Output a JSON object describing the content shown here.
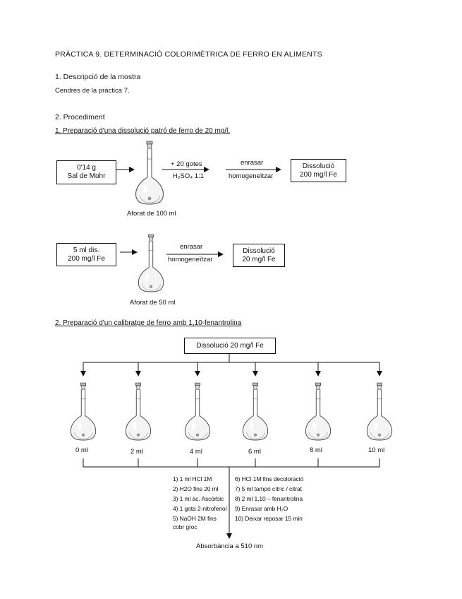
{
  "title": "PRÀCTICA 9. DETERMINACIÓ COLORIMÈTRICA DE FERRO EN ALIMENTS",
  "section1": {
    "heading": "1. Descripció de la mostra",
    "text": "Cendres de la pràctica 7."
  },
  "section2": {
    "heading": "2. Procediment",
    "sub1": {
      "heading": "1. Preparació d'una dissolució patró de ferro de 20 mg/l.",
      "row1": {
        "start_line1": "0'14 g",
        "start_line2": "Sal de Mohr",
        "flask_label": "Aforat de 100 ml",
        "step1_top": "+ 20 gotes",
        "step1_bottom": "H₂SO₄ 1:1",
        "step2_top": "enrasar",
        "step2_bottom": "homogeneïtzar",
        "result_line1": "Dissolució",
        "result_line2": "200 mg/l Fe"
      },
      "row2": {
        "start_line1": "5 ml dis.",
        "start_line2": "200 mg/l Fe",
        "flask_label": "Aforat de 50 ml",
        "step_top": "enrasar",
        "step_bottom": "homogeneïtzar",
        "result_line1": "Dissolució",
        "result_line2": "20 mg/l Fe"
      }
    },
    "sub2": {
      "heading": "2. Preparació d'un calibratge de ferro amb 1,10-fenantrolina",
      "source": "Dissolució 20 mg/l Fe",
      "flasks": [
        "0 ml",
        "2 ml",
        "4 ml",
        "6 ml",
        "8 ml",
        "10 ml"
      ],
      "steps_left": [
        "1) 1 ml HCl 1M",
        "2) H2O fins 20 ml",
        "3) 1 ml àc. Ascòrbic",
        "4) 1 gota 2-nitrofenol",
        "5) NaOH 2M fins",
        "cobr groc"
      ],
      "steps_right": [
        "6) HCl 1M fins decoloració",
        "7) 5 ml tampó cítric / citrat",
        "8) 2 ml 1,10 – fenantrolina",
        "9) Enrasar amb H₂O",
        "10) Deixar reposar 15 min"
      ],
      "result": "Absorbància a 510 nm"
    }
  }
}
